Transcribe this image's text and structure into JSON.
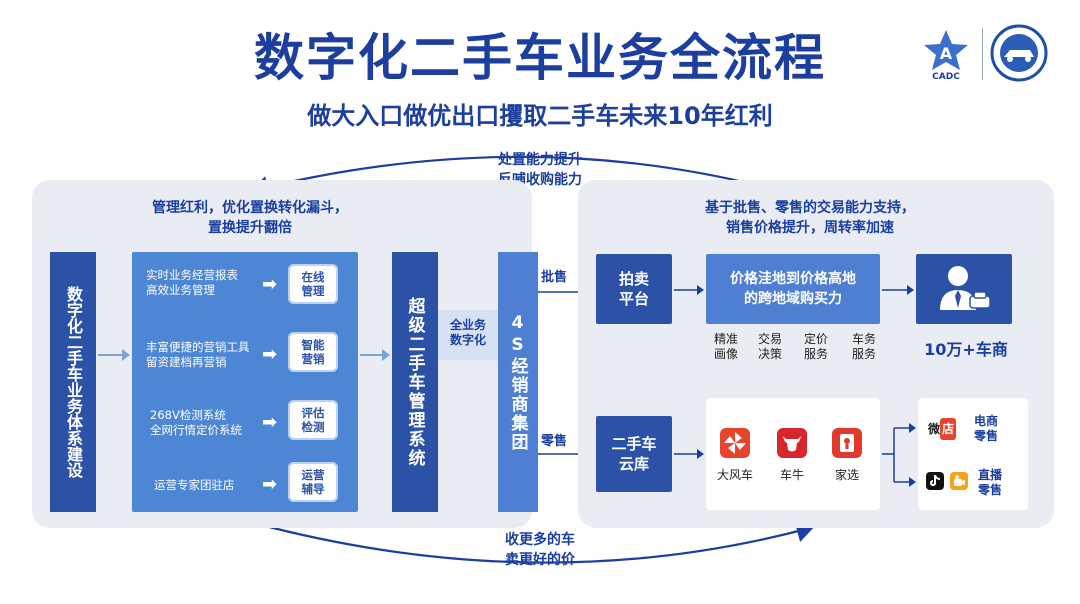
{
  "title": "数字化二手车业务全流程",
  "subtitle": "做大入口做优出口攫取二手车未来10年红利",
  "logos": {
    "cadc_text": "CADC"
  },
  "cycle": {
    "top_line1": "处置能力提升",
    "top_line2": "反哺收购能力",
    "bottom_line1": "收更多的车",
    "bottom_line2": "卖更好的价"
  },
  "left": {
    "caption_line1": "管理红利，优化置换转化漏斗，",
    "caption_line2": "置换提升翻倍",
    "vertical_title": "数字化二手车业务体系建设",
    "items": [
      {
        "text_line1": "实时业务经营报表",
        "text_line2": "高效业务管理",
        "pill": "在线\n管理"
      },
      {
        "text_line1": "丰富便捷的营销工具",
        "text_line2": "留资建档再营销",
        "pill": "智能\n营销"
      },
      {
        "text_line1": "268V检测系统",
        "text_line2": "全网行情定价系统",
        "pill": "评估\n检测"
      },
      {
        "text_line1": "运营专家团驻店",
        "text_line2": "",
        "pill": "运营\n辅导"
      }
    ],
    "system_title": "超级二手车管理系统"
  },
  "middle": {
    "label_line1": "全业务",
    "label_line2": "数字化",
    "dealer_title": "4S经销商集团"
  },
  "right": {
    "caption_line1": "基于批售、零售的交易能力支持，",
    "caption_line2": "销售价格提升，周转率加速",
    "wholesale_label": "批售",
    "retail_label": "零售",
    "auction_line1": "拍卖",
    "auction_line2": "平台",
    "price_line1": "价格洼地到价格高地",
    "price_line2": "的跨地域购买力",
    "features": [
      {
        "line1": "精准",
        "line2": "画像"
      },
      {
        "line1": "交易",
        "line2": "决策"
      },
      {
        "line1": "定价",
        "line2": "服务"
      },
      {
        "line1": "车务",
        "line2": "服务"
      }
    ],
    "dealers_label": "10万+车商",
    "warehouse_line1": "二手车",
    "warehouse_line2": "云库",
    "apps": [
      {
        "name": "大风车",
        "color": "#e8442c"
      },
      {
        "name": "车牛",
        "color": "#d8262c"
      },
      {
        "name": "家选",
        "color": "#e03a2c"
      }
    ],
    "channels": [
      {
        "line1": "电商",
        "line2": "零售",
        "icon1": "微店"
      },
      {
        "line1": "直播",
        "line2": "零售"
      }
    ]
  }
}
